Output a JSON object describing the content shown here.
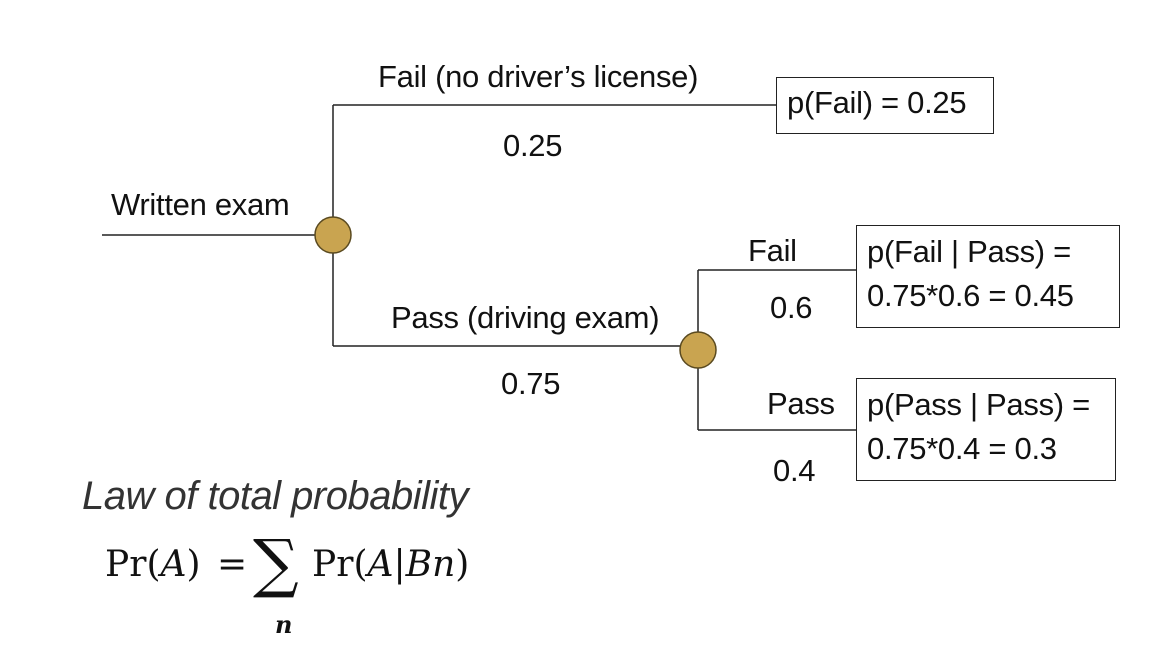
{
  "root": {
    "label": "Written exam"
  },
  "branch_fail": {
    "label": "Fail (no driver’s license)",
    "prob": "0.25",
    "result": "p(Fail) = 0.25"
  },
  "branch_pass": {
    "label": "Pass (driving exam)",
    "prob": "0.75"
  },
  "sub_fail": {
    "label": "Fail",
    "prob": "0.6",
    "result_line1": "p(Fail | Pass) =",
    "result_line2": "0.75*0.6 = 0.45"
  },
  "sub_pass": {
    "label": "Pass",
    "prob": "0.4",
    "result_line1": "p(Pass | Pass) =",
    "result_line2": "0.75*0.4 = 0.3"
  },
  "law": {
    "title": "Law of total probability",
    "lhs_func": "Pr",
    "lhs_arg": "A",
    "equals": "=",
    "sum_index": "n",
    "rhs_func": "Pr",
    "rhs_arg": "A|Bn"
  },
  "colors": {
    "node_fill": "#C9A450",
    "node_stroke": "#5a4a20",
    "line": "#222222"
  }
}
